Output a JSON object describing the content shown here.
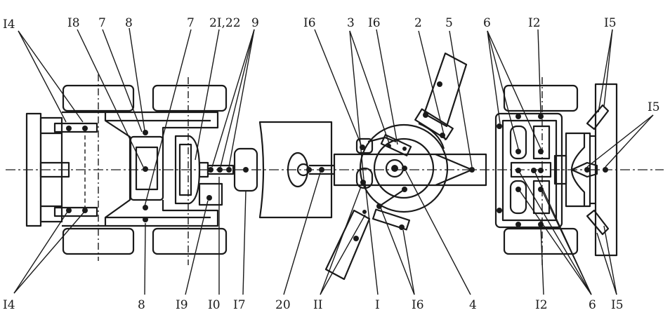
{
  "labels": {
    "l14_top": "I4",
    "l18": "I8",
    "l7_left": "7",
    "l8_top": "8",
    "l7_right": "7",
    "l21_22": "2I,22",
    "l9": "9",
    "l16_a": "I6",
    "l3": "3",
    "l16_b": "I6",
    "l2": "2",
    "l5": "5",
    "l6_top": "6",
    "l12_top": "I2",
    "l15_top": "I5",
    "l15_right": "I5",
    "l14_bottom": "I4",
    "l8_bottom": "8",
    "l19": "I9",
    "l10": "I0",
    "l17": "I7",
    "l20": "20",
    "l11": "II",
    "l1": "I",
    "l16_c": "I6",
    "l4": "4",
    "l12_bottom": "I2",
    "l6_bottom": "6",
    "l15_bottom": "I5"
  }
}
